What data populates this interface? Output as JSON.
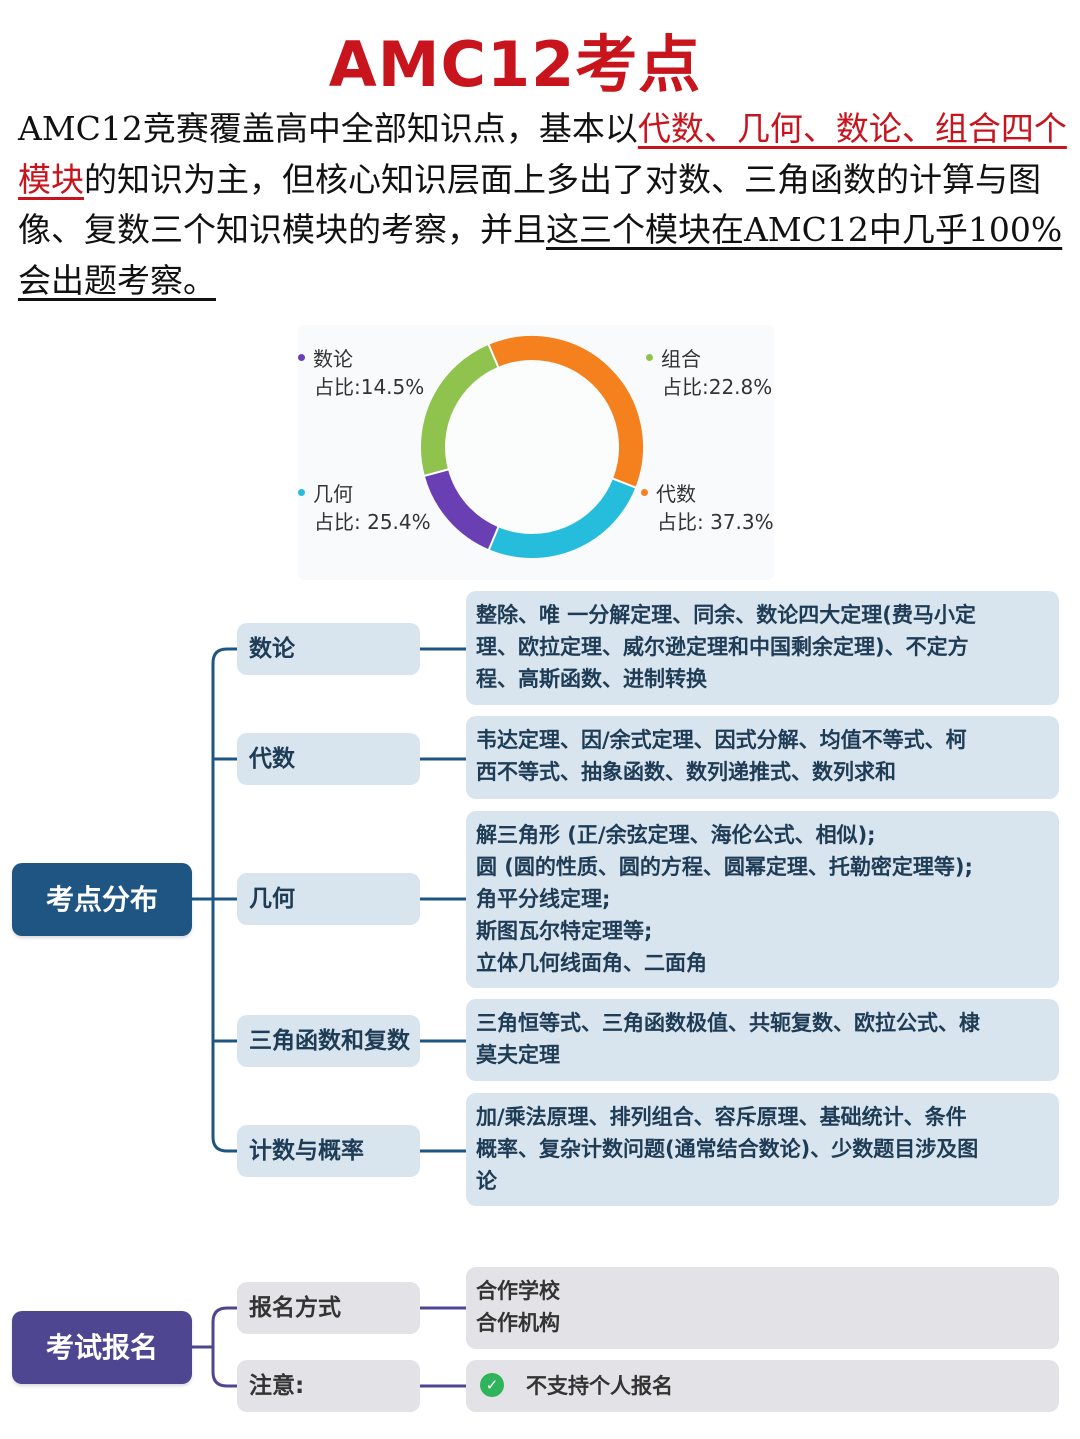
{
  "title": "AMC12考点",
  "intro": {
    "p1": "AMC12竞赛覆盖高中全部知识点，基本以",
    "p2_red": "代数、几何、数论、组合四个模块",
    "p3": "的知识为主，但核心知识层面上多出了对数、三角函数的计算与图像、复数三个知识模块的考察，并且",
    "p4_ul": "这三个模块在AMC12中几乎100%会出题考察。"
  },
  "chart_data": {
    "type": "pie",
    "donut": true,
    "slices": [
      {
        "name": "组合",
        "label": "占比:22.8%",
        "value": 22.8,
        "color": "#8fc34e"
      },
      {
        "name": "代数",
        "label": "占比: 37.3%",
        "value": 37.3,
        "color": "#f5801e"
      },
      {
        "name": "几何",
        "label": "占比: 25.4%",
        "value": 25.4,
        "color": "#25bddb"
      },
      {
        "name": "数论",
        "label": "占比:14.5%",
        "value": 14.5,
        "color": "#6a3fb4"
      }
    ]
  },
  "mindmap1": {
    "root": "考点分布",
    "branches": [
      {
        "label": "数论",
        "lines": [
          "整除、唯 一分解定理、同余、数论四大定理(费马小定",
          "理、欧拉定理、威尔逊定理和中国剩余定理)、不定方",
          "程、高斯函数、进制转换"
        ]
      },
      {
        "label": "代数",
        "lines": [
          "韦达定理、因/余式定理、因式分解、均值不等式、柯",
          "西不等式、抽象函数、数列递推式、数列求和"
        ]
      },
      {
        "label": "几何",
        "lines": [
          "解三角形 (正/余弦定理、海伦公式、相似);",
          "圆 (圆的性质、圆的方程、圆幂定理、托勒密定理等);",
          "角平分线定理;",
          "斯图瓦尔特定理等;",
          "立体几何线面角、二面角"
        ]
      },
      {
        "label": "三角函数和复数",
        "lines": [
          "三角恒等式、三角函数极值、共轭复数、欧拉公式、棣",
          "莫夫定理"
        ]
      },
      {
        "label": "计数与概率",
        "lines": [
          "加/乘法原理、排列组合、容斥原理、基础统计、条件",
          "概率、复杂计数问题(通常结合数论)、少数题目涉及图",
          "论"
        ]
      }
    ]
  },
  "mindmap2": {
    "root": "考试报名",
    "branches": [
      {
        "label": "报名方式",
        "lines": [
          "合作学校",
          "合作机构"
        ]
      },
      {
        "label": "注意:",
        "lines": [
          "不支持个人报名"
        ]
      }
    ]
  },
  "colors": {
    "title_red": "#c8141d",
    "root_blue": "#1e5582",
    "root_purple": "#4f4691",
    "box_blue": "#d8e4ee",
    "box_gray": "#e3e3e7",
    "check_green": "#2fb35b"
  },
  "icons": {
    "check": "check-circle-icon"
  }
}
